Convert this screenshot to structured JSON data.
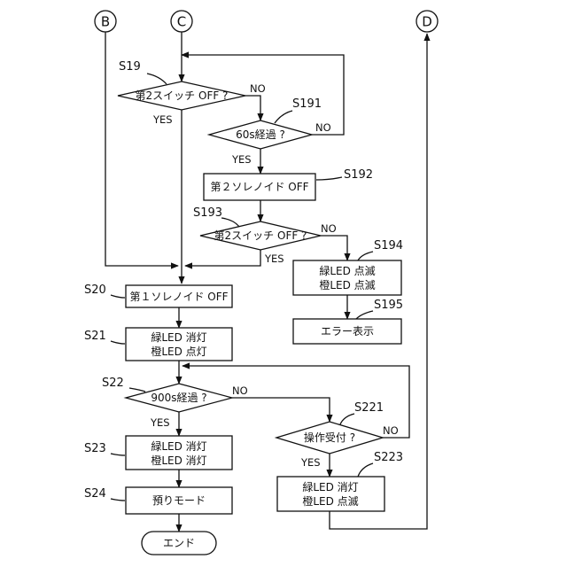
{
  "connectors": {
    "b": "B",
    "c": "C",
    "d": "D"
  },
  "steps": {
    "s19": {
      "id": "S19",
      "text": "第2スイッチ OFF ?"
    },
    "s191": {
      "id": "S191",
      "text": "60s経過 ?"
    },
    "s192": {
      "id": "S192",
      "text": "第２ソレノイド OFF"
    },
    "s193": {
      "id": "S193",
      "text": "第2スイッチ OFF ?"
    },
    "s194": {
      "id": "S194",
      "line1": "緑LED  点滅",
      "line2": "橙LED  点滅"
    },
    "s195": {
      "id": "S195",
      "text": "エラー表示"
    },
    "s20": {
      "id": "S20",
      "text": "第１ソレノイド OFF"
    },
    "s21": {
      "id": "S21",
      "line1": "緑LED  消灯",
      "line2": "橙LED  点灯"
    },
    "s22": {
      "id": "S22",
      "text": "900s経過 ?"
    },
    "s221": {
      "id": "S221",
      "text": "操作受付 ?"
    },
    "s23": {
      "id": "S23",
      "line1": "緑LED  消灯",
      "line2": "橙LED  消灯"
    },
    "s223": {
      "id": "S223",
      "line1": "緑LED  消灯",
      "line2": "橙LED  点滅"
    },
    "s24": {
      "id": "S24",
      "text": "預りモード"
    },
    "end": {
      "text": "エンド"
    }
  },
  "branches": {
    "yes": "YES",
    "no": "NO"
  }
}
